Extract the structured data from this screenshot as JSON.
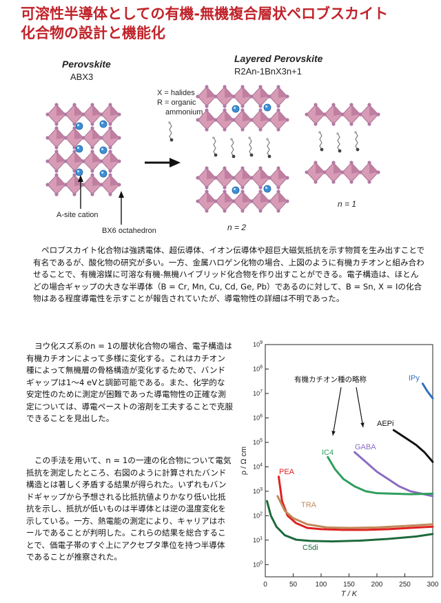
{
  "title": {
    "line1": "可溶性半導体としての有機-無機複合層状ペロブスカイト",
    "line2": "化合物の設計と機能化"
  },
  "figure": {
    "perovskite_title": "Perovskite",
    "perovskite_formula": "ABX3",
    "legend_x": "X = halides",
    "legend_r1": "R = organic",
    "legend_r2": "ammonium",
    "layered_title": "Layered Perovskite",
    "layered_formula": "R2An-1BnX3n+1",
    "a_site": "A-site cation",
    "bx6": "BX6 octahedron",
    "n2": "n = 2",
    "n1": "n = 1"
  },
  "paragraphs": {
    "p1": "ペロブスカイト化合物は強誘電体、超伝導体、イオン伝導体や超巨大磁気抵抗を示す物質を生み出すことで有名であるが、酸化物の研究が多い。一方、金属ハロゲン化物の場合、上図のように有機カチオンと組み合わせることで、有機溶媒に可溶な有機-無機ハイブリッド化合物を作り出すことができる。電子構造は、ほとんどの場合ギャップの大きな半導体（B = Cr, Mn, Cu, Cd, Ge, Pb）であるのに対して、B = Sn, X = Iの化合物はある程度導電性を示すことが報告されていたが、導電物性の詳細は不明であった。",
    "p2": "ヨウ化スズ系のn = 1の層状化合物の場合、電子構造は有機カチオンによって多様に変化する。これはカチオン種によって無機層の骨格構造が変化するためで、バンドギャップは1～4 eVと調節可能である。また、化学的な安定性のために測定が困難であった導電物性の正確な測定については、導電ペーストの溶剤を工夫することで克服できることを見出した。",
    "p3": "この手法を用いて、n = 1の一連の化合物について電気抵抗を測定したところ、右図のように計算されたバンド構造とは著しく矛盾する結果が得られた。いずれもバンドギャップから予想される比抵抗値よりかなり低い比抵抗を示し、抵抗が低いものは半導体とは逆の温度変化を示している。一方、熱電能の測定により、キャリアはホールであることが判明した。これらの結果を総合することで、価電子帯のすぐ上にアクセプタ準位を持つ半導体であることが推察された。"
  },
  "chart_data": {
    "type": "line",
    "xlabel": "T / K",
    "ylabel": "ρ / Ω cm",
    "xlim": [
      0,
      300
    ],
    "ylim_log10": [
      -0.5,
      9
    ],
    "x_ticks": [
      "0",
      "50",
      "100",
      "150",
      "200",
      "250",
      "300"
    ],
    "y_ticks": [
      "10^0",
      "10^1",
      "10^2",
      "10^3",
      "10^4",
      "10^5",
      "10^6",
      "10^7",
      "10^8",
      "10^9"
    ],
    "annotation": "有機カチオン種の略称",
    "grid": false,
    "series": [
      {
        "name": "IPy",
        "color": "#2f6fbf",
        "x": [
          282,
          290,
          300
        ],
        "log10_y": [
          7.4,
          7.1,
          6.8
        ]
      },
      {
        "name": "AEPi",
        "color": "#111111",
        "x": [
          230,
          250,
          270,
          285,
          300
        ],
        "log10_y": [
          5.5,
          5.2,
          4.9,
          4.6,
          4.2
        ]
      },
      {
        "name": "GABA",
        "color": "#8a6cc0",
        "x": [
          160,
          180,
          200,
          220,
          240,
          260,
          280,
          300
        ],
        "log10_y": [
          4.6,
          4.2,
          3.8,
          3.5,
          3.2,
          3.0,
          2.9,
          2.8
        ]
      },
      {
        "name": "IC4",
        "color": "#2e9e5e",
        "x": [
          112,
          125,
          140,
          160,
          180,
          200,
          230,
          260,
          300
        ],
        "log10_y": [
          4.4,
          3.9,
          3.5,
          3.2,
          3.0,
          2.92,
          2.9,
          2.88,
          2.9
        ]
      },
      {
        "name": "PEA",
        "color": "#e02020",
        "x": [
          24,
          30,
          40,
          55,
          75,
          100,
          140,
          180,
          220,
          260,
          300
        ],
        "log10_y": [
          3.6,
          2.6,
          2.0,
          1.7,
          1.5,
          1.45,
          1.42,
          1.42,
          1.45,
          1.5,
          1.55
        ]
      },
      {
        "name": "TRA",
        "color": "#c08a5a",
        "x": [
          22,
          35,
          50,
          75,
          110,
          150,
          200,
          250,
          300
        ],
        "log10_y": [
          2.8,
          2.2,
          1.9,
          1.65,
          1.52,
          1.5,
          1.52,
          1.58,
          1.65
        ]
      },
      {
        "name": "C5di",
        "color": "#1e6a3c",
        "x": [
          3,
          10,
          20,
          35,
          55,
          80,
          120,
          170,
          220,
          270,
          300
        ],
        "log10_y": [
          2.6,
          2.0,
          1.55,
          1.2,
          1.02,
          0.97,
          0.95,
          0.98,
          1.05,
          1.15,
          1.25
        ]
      }
    ],
    "label_positions_note_removed": true
  }
}
